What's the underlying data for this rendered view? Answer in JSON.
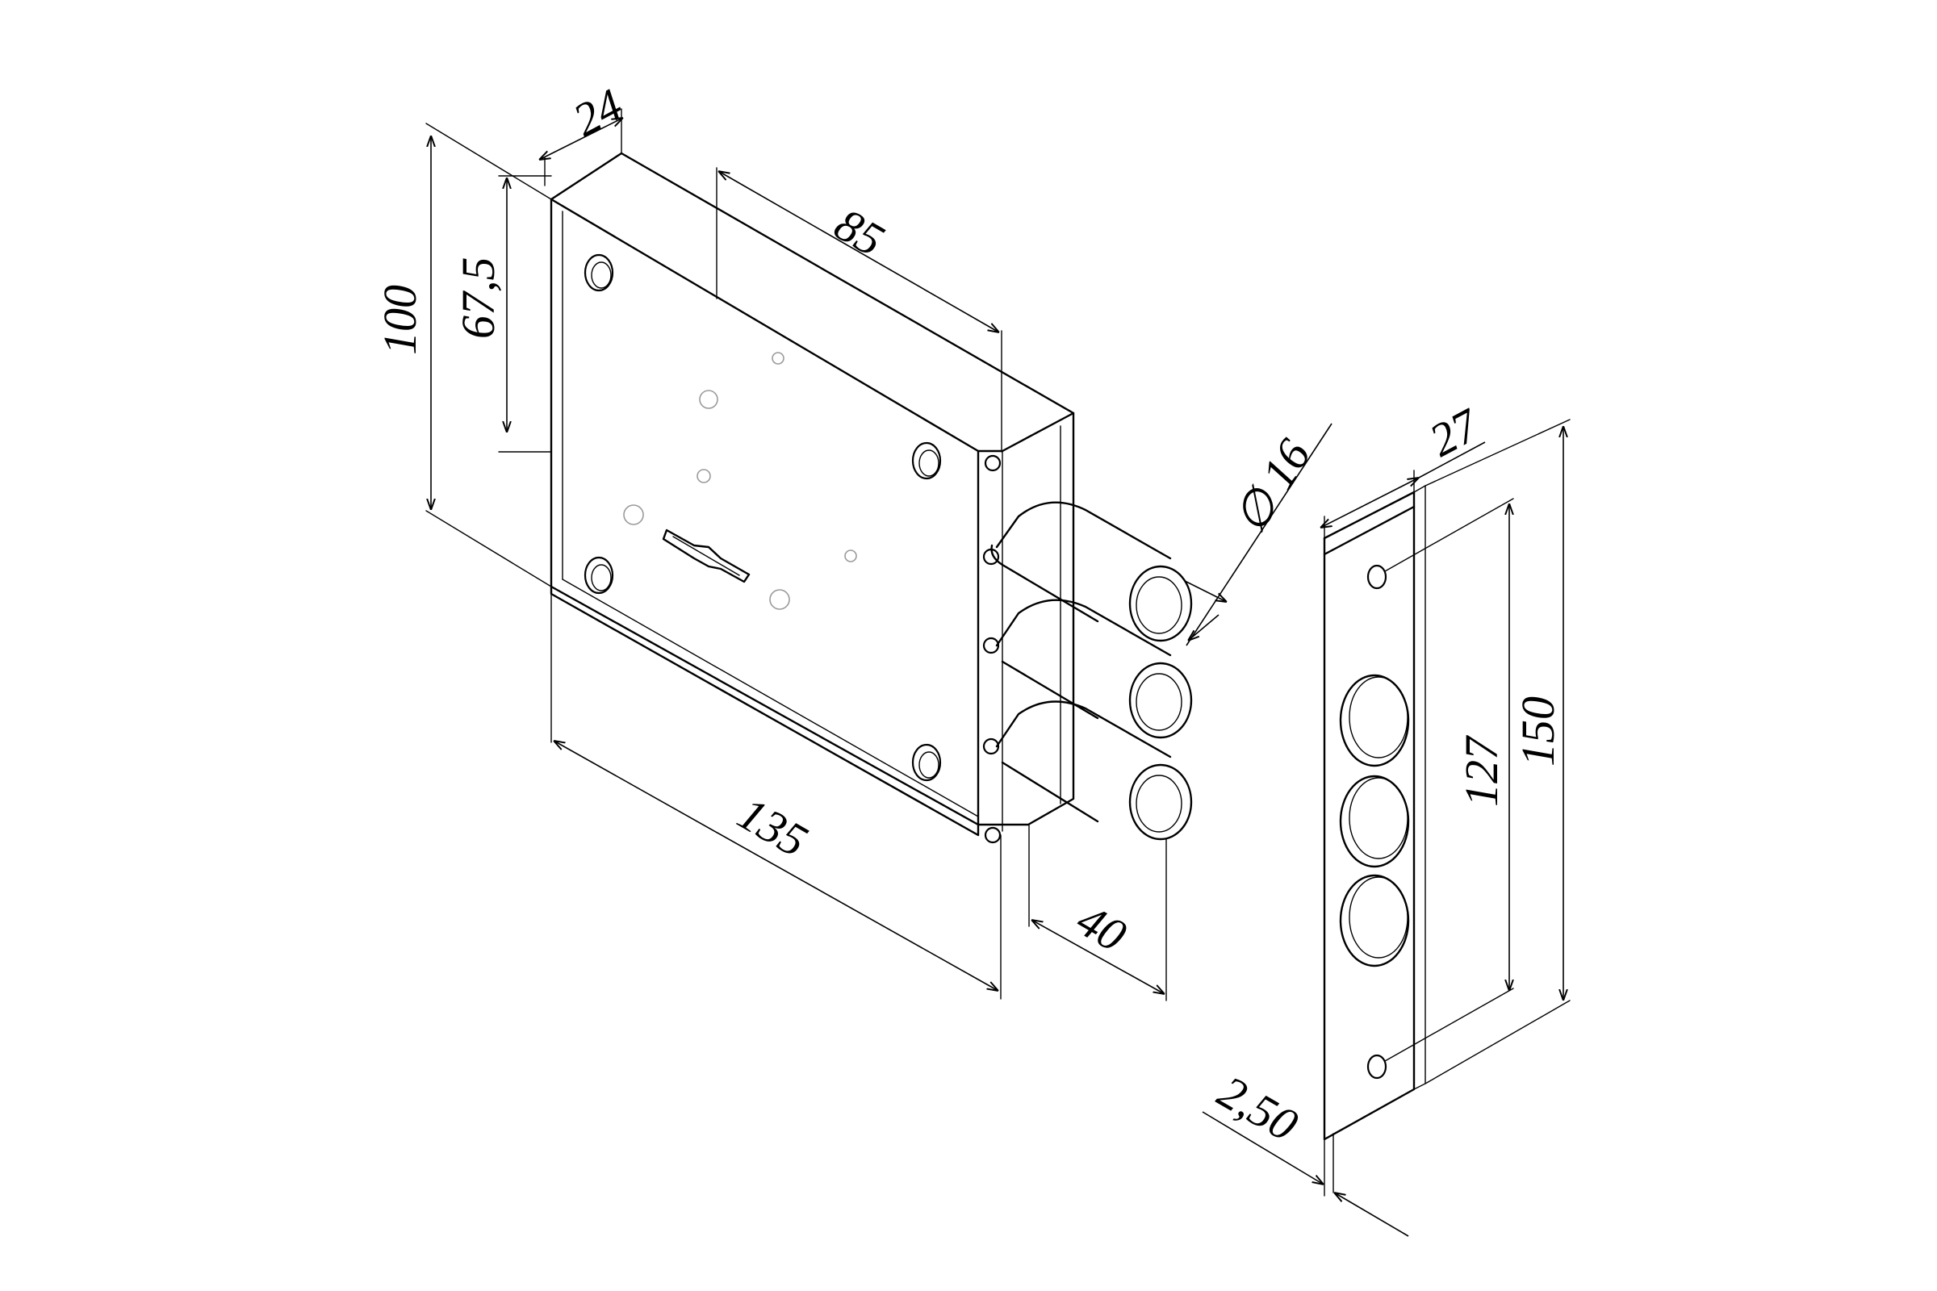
{
  "dimensions": {
    "depth_top": "24",
    "height_total": "100",
    "backset": "67,5",
    "bolt_spacing": "85",
    "bolt_diameter": "∅ 16",
    "body_width": "135",
    "bolt_throw": "40",
    "plate_width": "27",
    "plate_holes": "127",
    "plate_height": "150",
    "plate_thickness": "2,50"
  }
}
